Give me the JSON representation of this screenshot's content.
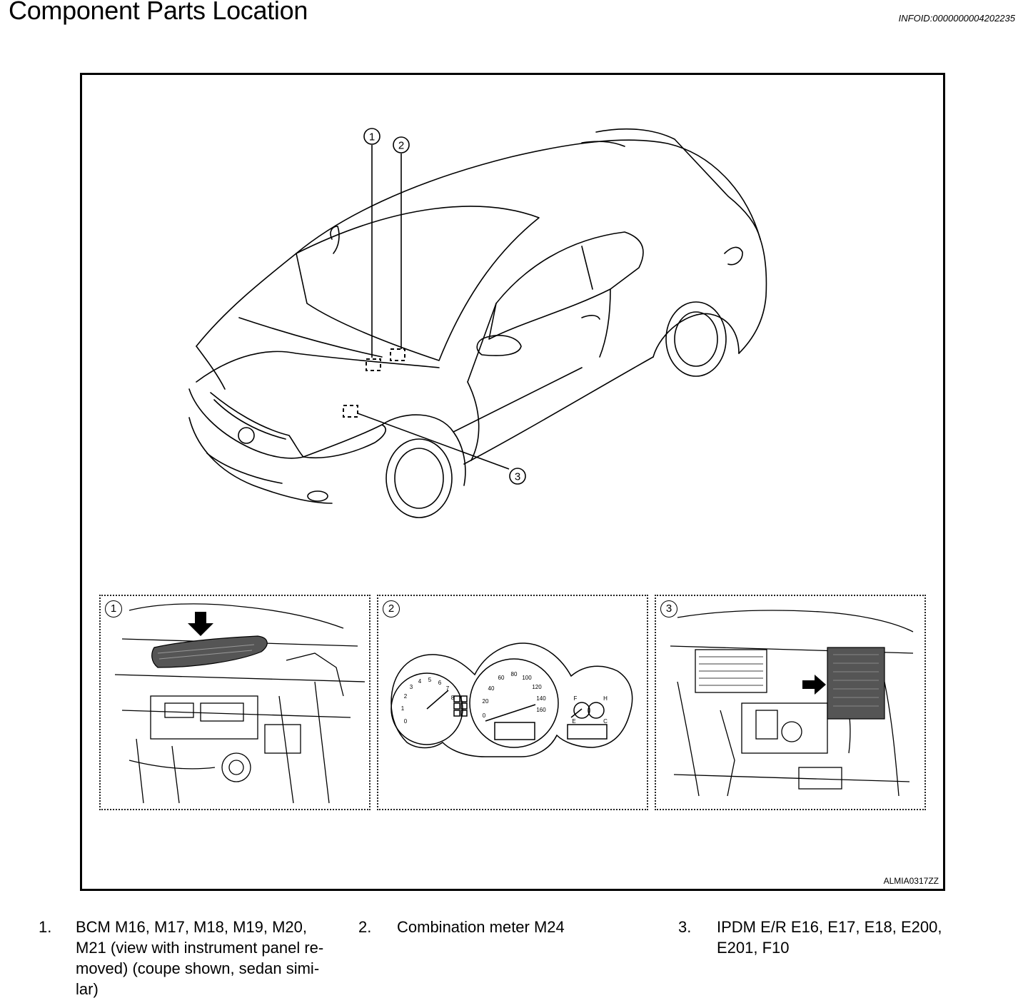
{
  "page": {
    "title": "Component Parts Location",
    "infoid": "INFOID:0000000004202235"
  },
  "figure": {
    "id": "ALMIA0317ZZ",
    "callouts": [
      "1",
      "2",
      "3"
    ],
    "gauge_labels": {
      "tach": [
        "0",
        "1",
        "2",
        "3",
        "4",
        "5",
        "6",
        "7",
        "8"
      ],
      "speed": [
        "0",
        "20",
        "40",
        "60",
        "80",
        "100",
        "120",
        "140",
        "160"
      ],
      "fuel_f": "F",
      "fuel_e": "E",
      "temp_h": "H",
      "temp_c": "C"
    },
    "panels": [
      {
        "number": "1",
        "arrow_icon": "down-arrow-icon"
      },
      {
        "number": "2"
      },
      {
        "number": "3",
        "arrow_icon": "right-arrow-icon"
      }
    ]
  },
  "legend": [
    {
      "number": "1.",
      "lines": [
        "BCM M16, M17, M18, M19, M20,",
        "M21 (view with instrument panel re-",
        "moved) (coupe shown, sedan simi-",
        "lar)"
      ]
    },
    {
      "number": "2.",
      "lines": [
        "Combination meter M24"
      ]
    },
    {
      "number": "3.",
      "lines": [
        "IPDM E/R E16, E17, E18, E200,",
        "E201, F10"
      ]
    }
  ]
}
